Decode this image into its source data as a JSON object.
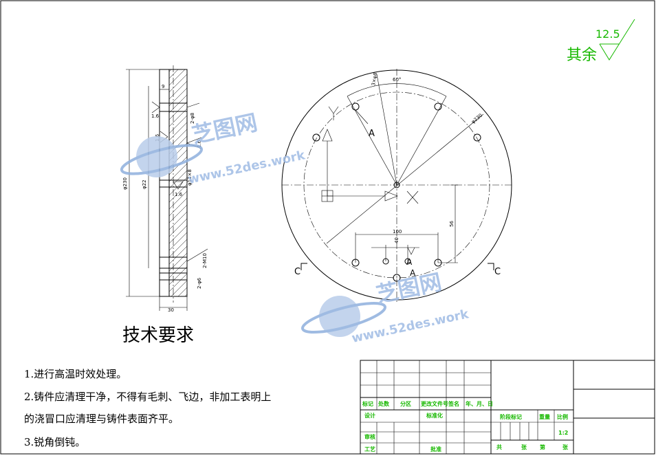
{
  "roughness": {
    "label": "其余",
    "value": "12.5"
  },
  "side_view": {
    "dim_width": "30",
    "dim_height": "φ230",
    "dim_top_offset": "9",
    "roughness_marks": [
      "1.6",
      "1.6",
      "1.6",
      "1.6"
    ],
    "hole_note_top": "2-φ8",
    "hole_note_mid": "φ12×8",
    "hole_note_bottom": "2-M10",
    "hole_note_bottom2": "2-φ6",
    "counterbore": "φ22"
  },
  "front_view": {
    "angle": "60°",
    "dim_outer": "φ230",
    "dim_hole": "3×φ8",
    "dim_spacing": "100",
    "dim_small": "40",
    "dim_vertical": "56",
    "label_a_top": "A",
    "label_a_mid": "A",
    "label_a_bottom": "A",
    "section_left": "C",
    "section_right": "C"
  },
  "technical_requirements": {
    "heading": "技术要求",
    "items": [
      "1.进行高温时效处理。",
      "2.铸件应清理干净，不得有毛刺、飞边，非加工表明上",
      "的浇冒口应清理与铸件表面齐平。",
      "3.锐角倒钝。"
    ]
  },
  "title_block": {
    "col_mark": "标记",
    "col_count": "处数",
    "col_zone": "分区",
    "col_docno": "更改文件号",
    "col_sign": "签名",
    "col_date": "年、月、日",
    "design": "设计",
    "standardize": "标准化",
    "stage_mark": "阶段标记",
    "weight": "重量",
    "scale_label": "比例",
    "scale_value": "1:2",
    "audit": "审核",
    "process": "工艺",
    "approve": "批准",
    "total_sheets": "共",
    "sheet_unit": "张",
    "sheet_no": "第",
    "sheet_unit2": "张"
  },
  "watermark": {
    "brand": "芝图网",
    "url": "www.52des.work"
  }
}
